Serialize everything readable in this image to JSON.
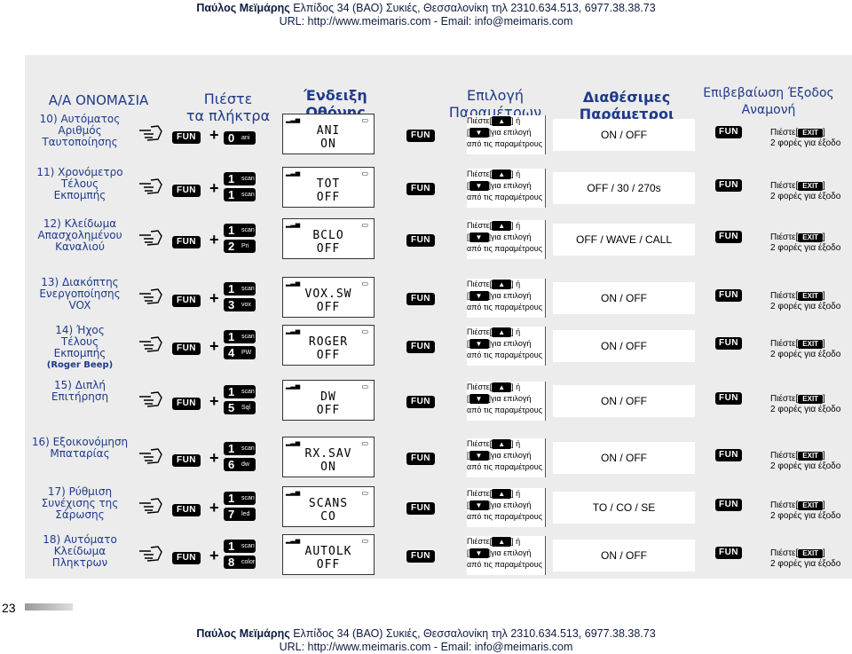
{
  "header": {
    "name": "Παύλος Μεϊμάρης",
    "address": "Ελπίδος 34 (ΒΑΟ) Συκιές, Θεσσαλονίκη τηλ 2310.634.513, 6977.38.38.73",
    "url_line": "URL: http://www.meimaris.com - Email: info@meimaris.com"
  },
  "columns": {
    "name": "Α/Α ΟΝΟΜΑΣΙΑ",
    "press_1": "Πιέστε",
    "press_2": "τα πλήκτρα",
    "display_1": "Ένδειξη",
    "display_2": "Οθόνης",
    "select_1": "Επιλογή",
    "select_2": "Παραμέτρων",
    "avail_1": "Διαθέσιμες",
    "avail_2": "Παράμετροι",
    "confirm_1": "Επιβεβαίωση Έξοδος",
    "confirm_2": "Αναμονή"
  },
  "common": {
    "fun": "FUN",
    "plus": "+",
    "scan": "scan",
    "instr_press": "Πιέστε",
    "instr_or": "ή",
    "instr_choose": "για επιλογή",
    "instr_from": "από τις παραμέτρους",
    "exit_press": "Πιέστε",
    "exit_key": "EXIT",
    "exit_times": "2 φορές για έξοδο",
    "up": "▲",
    "down": "▼"
  },
  "rows": [
    {
      "num": "10)",
      "name": [
        "Αυτόματος",
        "Αριθμός",
        "Ταυτοποίησης"
      ],
      "keys": [
        {
          "n": "0",
          "t": "ani"
        }
      ],
      "lcd": [
        "ANI",
        "ON"
      ],
      "opts": "ON / OFF"
    },
    {
      "num": "11)",
      "name": [
        "Χρονόμετρο",
        "Τέλους",
        "Εκπομπής"
      ],
      "keys": [
        {
          "n": "1",
          "t": "scan"
        },
        {
          "n": "1",
          "t": "scan"
        }
      ],
      "lcd": [
        "TOT",
        "OFF"
      ],
      "opts": "OFF / 30     / 270s"
    },
    {
      "num": "12)",
      "name": [
        "Κλείδωμα",
        "Απασχολημένου",
        "Καναλιού"
      ],
      "keys": [
        {
          "n": "1",
          "t": "scan"
        },
        {
          "n": "2",
          "t": "Pri"
        }
      ],
      "lcd": [
        "BCLO",
        "OFF"
      ],
      "opts": "OFF / WAVE / CALL"
    },
    {
      "num": "13)",
      "name": [
        "Διακόπτης",
        "Ενεργοποίησης",
        "VOX"
      ],
      "keys": [
        {
          "n": "1",
          "t": "scan"
        },
        {
          "n": "3",
          "t": "vox"
        }
      ],
      "lcd": [
        "VOX.SW",
        "OFF"
      ],
      "opts": "ON / OFF"
    },
    {
      "num": "14)",
      "name": [
        "Ήχος",
        "Τέλους",
        "Εκπομπής",
        "(Roger Beep)"
      ],
      "keys": [
        {
          "n": "1",
          "t": "scan"
        },
        {
          "n": "4",
          "t": "PW"
        }
      ],
      "lcd": [
        "ROGER",
        "OFF"
      ],
      "opts": "ON / OFF"
    },
    {
      "num": "15)",
      "name": [
        "Διπλή",
        "Επιτήρηση"
      ],
      "keys": [
        {
          "n": "1",
          "t": "scan"
        },
        {
          "n": "5",
          "t": "Sql"
        }
      ],
      "lcd": [
        "DW",
        "OFF"
      ],
      "opts": "ON / OFF"
    },
    {
      "num": "16)",
      "name": [
        "Εξοικονόμηση",
        "Μπαταρίας"
      ],
      "keys": [
        {
          "n": "1",
          "t": "scan"
        },
        {
          "n": "6",
          "t": "dw"
        }
      ],
      "lcd": [
        "RX.SAV",
        "ON"
      ],
      "opts": "ON / OFF"
    },
    {
      "num": "17)",
      "name": [
        "Ρύθμιση",
        "Συνέχισης της",
        "Σάρωσης"
      ],
      "keys": [
        {
          "n": "1",
          "t": "scan"
        },
        {
          "n": "7",
          "t": "led"
        }
      ],
      "lcd": [
        "SCANS",
        "CO"
      ],
      "opts": "TO / CO / SE"
    },
    {
      "num": "18)",
      "name": [
        "Αυτόματο",
        "Κλείδωμα",
        "Πληκτρων"
      ],
      "keys": [
        {
          "n": "1",
          "t": "scan"
        },
        {
          "n": "8",
          "t": "color"
        }
      ],
      "lcd": [
        "AUTOLK",
        "OFF"
      ],
      "opts": "ON / OFF"
    }
  ],
  "page_number": "23"
}
